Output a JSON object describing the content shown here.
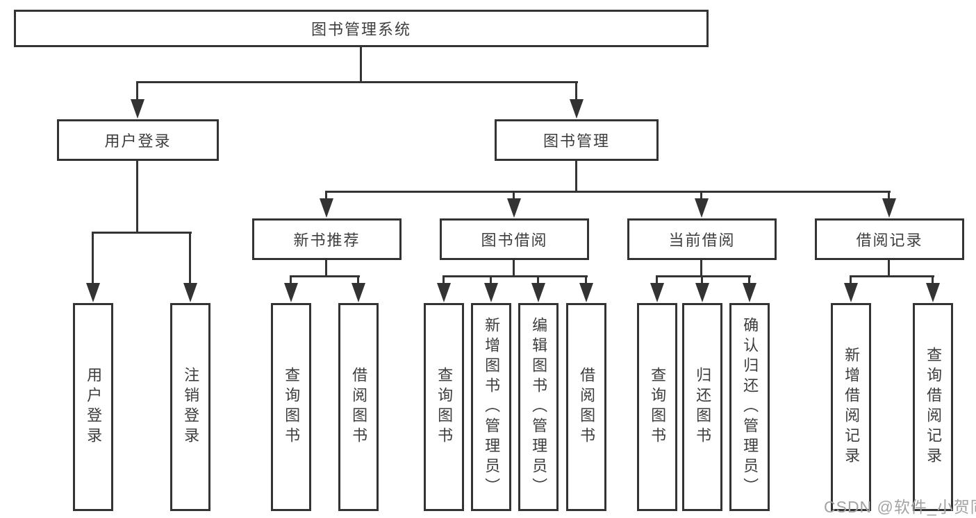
{
  "diagram": {
    "root": "图书管理系统",
    "branches": [
      {
        "label": "用户登录",
        "leaves": [
          "用户登录",
          "注销登录"
        ]
      },
      {
        "label": "图书管理",
        "sections": [
          {
            "label": "新书推荐",
            "leaves": [
              "查询图书",
              "借阅图书"
            ]
          },
          {
            "label": "图书借阅",
            "leaves": [
              "查询图书",
              "新增图书（管理员）",
              "编辑图书（管理员）",
              "借阅图书"
            ]
          },
          {
            "label": "当前借阅",
            "leaves": [
              "查询图书",
              "归还图书",
              "确认归还（管理员）"
            ]
          },
          {
            "label": "借阅记录",
            "leaves": [
              "新增借阅记录",
              "查询借阅记录"
            ]
          }
        ]
      }
    ]
  },
  "watermark": "CSDN @软件_小贺同学",
  "colors": {
    "line": "#333333",
    "text": "#3d3d3d",
    "watermark": "#a3a3a3",
    "background": "#ffffff"
  }
}
